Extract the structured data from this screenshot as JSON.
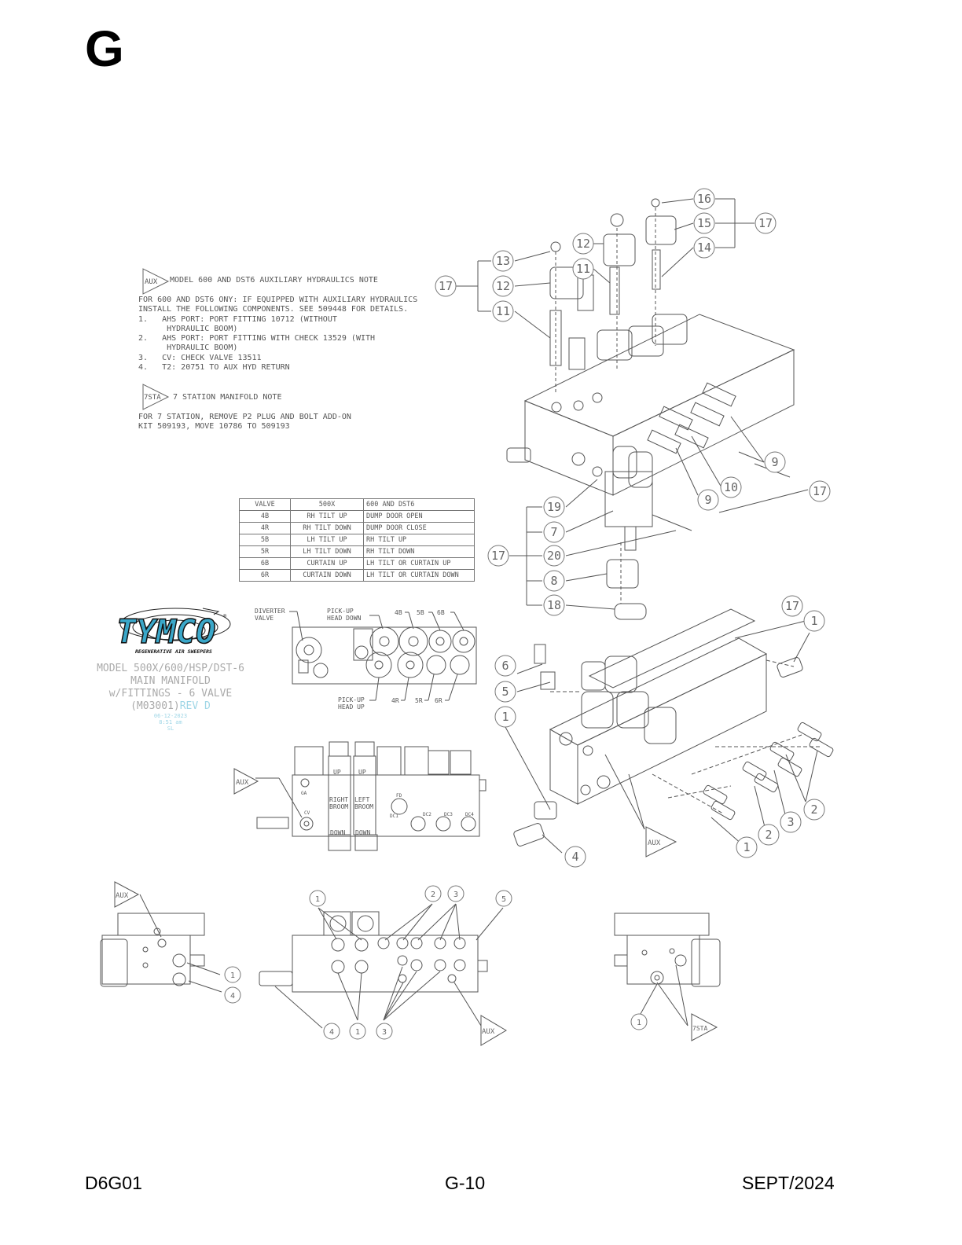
{
  "section_letter": "G",
  "aux_note": {
    "tag": "AUX",
    "title": "MODEL 600 AND DST6 AUXILIARY HYDRAULICS NOTE",
    "body": "FOR 600 AND DST6 ONY: IF EQUIPPED WITH AUXILIARY HYDRAULICS\nINSTALL THE FOLLOWING COMPONENTS. SEE 509448 FOR DETAILS.\n1.   AHS PORT: PORT FITTING 10712 (WITHOUT\n      HYDRAULIC BOOM)\n2.   AHS PORT: PORT FITTING WITH CHECK 13529 (WITH\n      HYDRAULIC BOOM)\n3.   CV: CHECK VALVE 13511\n4.   T2: 20751 TO AUX HYD RETURN"
  },
  "sta_note": {
    "tag": "7STA",
    "title": "7 STATION MANIFOLD NOTE",
    "body": "FOR 7 STATION, REMOVE P2 PLUG AND BOLT ADD-ON\nKIT 509193, MOVE 10786 TO 509193"
  },
  "valve_table": {
    "headers": [
      "VALVE",
      "500X",
      "600 AND DST6"
    ],
    "rows": [
      [
        "4B",
        "RH TILT UP",
        "DUMP DOOR OPEN"
      ],
      [
        "4R",
        "RH TILT DOWN",
        "DUMP DOOR CLOSE"
      ],
      [
        "5B",
        "LH TILT UP",
        "RH TILT UP"
      ],
      [
        "5R",
        "LH TILT DOWN",
        "RH TILT DOWN"
      ],
      [
        "6B",
        "CURTAIN UP",
        "LH TILT OR CURTAIN UP"
      ],
      [
        "6R",
        "CURTAIN DOWN",
        "LH TILT OR CURTAIN DOWN"
      ]
    ]
  },
  "logo": {
    "brand": "TYMCO",
    "tagline": "REGENERATIVE AIR SWEEPERS",
    "color": "#3aa7c9"
  },
  "drawing_title": {
    "line1": "MODEL 500X/600/HSP/DST-6",
    "line2": "MAIN MANIFOLD",
    "line3": "w/FITTINGS - 6 VALVE",
    "code": "(M03001)",
    "rev": "REV D",
    "date": "06-12-2023",
    "time": "8:51 am",
    "initials": "SL"
  },
  "front_view_labels": {
    "diverter": "DIVERTER\nVALVE",
    "pickup_down": "PICK-UP\nHEAD DOWN",
    "pickup_up": "PICK-UP\nHEAD UP",
    "v4b": "4B",
    "v5b": "5B",
    "v6b": "6B",
    "v4r": "4R",
    "v5r": "5R",
    "v6r": "6R"
  },
  "top_view_labels": {
    "up1": "UP",
    "up2": "UP",
    "right": "RIGHT\nBROOM",
    "left": "LEFT\nBROOM",
    "down1": "DOWN",
    "down2": "DOWN",
    "ga": "GA",
    "cv": "CV",
    "fd": "FD",
    "dc1": "DC1",
    "dc2": "DC2",
    "dc3": "DC3",
    "dc4": "DC4"
  },
  "callouts": [
    "1",
    "2",
    "3",
    "4",
    "5",
    "6",
    "7",
    "8",
    "9",
    "10",
    "11",
    "12",
    "13",
    "14",
    "15",
    "16",
    "17",
    "18",
    "19",
    "20"
  ],
  "footer": {
    "left": "D6G01",
    "center": "G-10",
    "right": "SEPT/2024"
  }
}
